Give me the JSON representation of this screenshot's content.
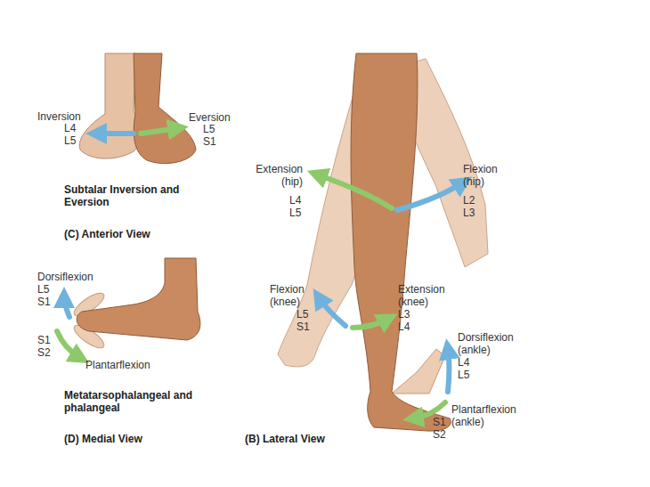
{
  "diagram": {
    "labels": [
      "Inversion",
      "L4",
      "L5",
      "Eversion",
      "L5",
      "S1",
      "Subtalar Inversion and Eversion",
      "(C) Anterior View",
      "Extension (hip)",
      "L4",
      "L5",
      "Flexion (hip)",
      "L2",
      "L3",
      "Dorsiflexion",
      "L5",
      "S1",
      "S1",
      "S2",
      "Plantarflexion",
      "Flexion (knee)",
      "L5",
      "S1",
      "Extension (knee)",
      "L3",
      "L4",
      "Dorsiflexion (ankle)",
      "L4",
      "L5",
      "Metatarsophalangeal and phalangeal",
      "Plantarflexion (ankle)",
      "S1",
      "S2",
      "(D) Medial View",
      "(B) Lateral View"
    ]
  }
}
